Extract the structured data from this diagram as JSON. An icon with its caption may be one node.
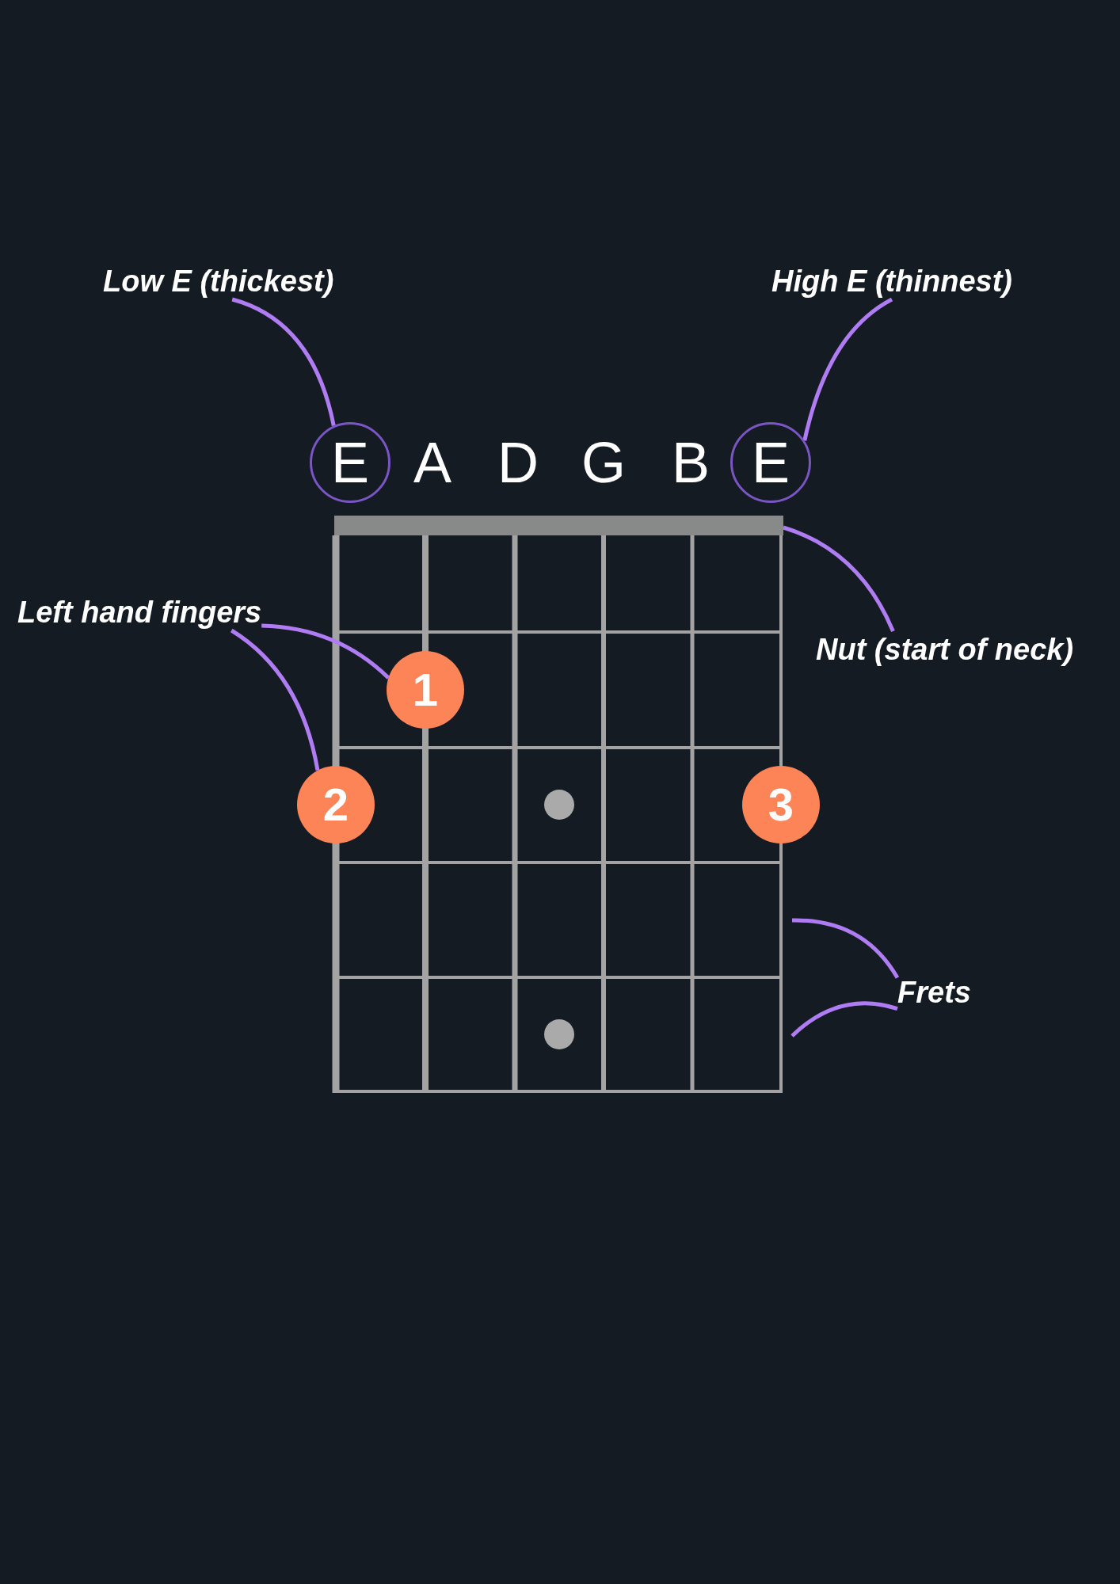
{
  "diagram": {
    "nodes": [
      {
        "text": [
          "Low E (thickest)"
        ]
      },
      {
        "text": [
          "High E (thinnest)"
        ]
      },
      {
        "text": [
          "E"
        ]
      },
      {
        "text": [
          "E"
        ]
      },
      {
        "text": [],
        "shape": "bar"
      },
      {
        "text": [
          "Left hand fingers"
        ]
      },
      {
        "text": [
          "Nut (start of neck)"
        ]
      },
      {
        "text": [
          "1"
        ]
      },
      {
        "text": [
          "2"
        ]
      },
      {
        "text": [
          "3"
        ]
      },
      {
        "text": [
          "Frets"
        ]
      }
    ],
    "edges": [
      {
        "from": 0,
        "to": 2,
        "arrow": "none"
      },
      {
        "from": 1,
        "to": 3,
        "arrow": "none"
      },
      {
        "from": 6,
        "to": 4,
        "arrow": "none"
      },
      {
        "from": 5,
        "to": 7,
        "arrow": "none"
      },
      {
        "from": 5,
        "to": 8,
        "arrow": "none"
      },
      {
        "from": 10,
        "to": null,
        "arrow": "none"
      },
      {
        "from": 10,
        "to": null,
        "arrow": "none"
      }
    ],
    "labels": [
      "A",
      "D",
      "G",
      "B"
    ]
  }
}
